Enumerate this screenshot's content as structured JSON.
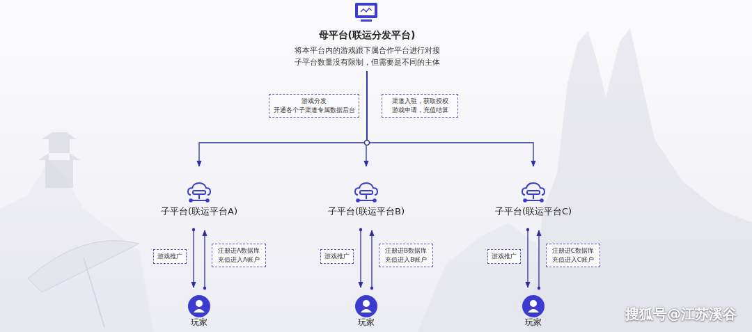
{
  "diagram": {
    "nodes": [
      {
        "text": [
          "母平台(联运分发平台)",
          "将本平台内的游戏跟下属合作平台进行对接 子平台数量没有限制，但需要是不同的主体"
        ]
      },
      {
        "text": [
          "游戏分发 开通各个子渠道专属数据后台"
        ]
      },
      {
        "text": [
          "渠道入驻，获取授权 游戏申请，充值结算"
        ]
      },
      {
        "text": [
          "子平台(联运平台A)"
        ]
      },
      {
        "text": [
          "子平台(联运平台B)"
        ]
      },
      {
        "text": [
          "子平台(联运平台C)"
        ]
      },
      {
        "text": [
          "游戏推广"
        ]
      },
      {
        "text": [
          "注册进A数据库 充值进入A账户"
        ]
      },
      {
        "text": [
          "游戏推广"
        ]
      },
      {
        "text": [
          "注册进B数据库 充值进入B账户"
        ]
      },
      {
        "text": [
          "游戏推广"
        ]
      },
      {
        "text": [
          "注册进C数据库 充值进入C账户"
        ]
      },
      {
        "text": [
          "玩家"
        ]
      },
      {
        "text": [
          "玩家"
        ]
      },
      {
        "text": [
          "玩家"
        ]
      }
    ],
    "edges": [
      {
        "from": 0,
        "to": 3,
        "arrow": "to"
      },
      {
        "from": 0,
        "to": 4,
        "arrow": "to"
      },
      {
        "from": 0,
        "to": 5,
        "arrow": "to"
      },
      {
        "from": 3,
        "to": 12,
        "arrow": "to"
      },
      {
        "from": 12,
        "to": 3,
        "arrow": "to"
      },
      {
        "from": 4,
        "to": 13,
        "arrow": "to"
      },
      {
        "from": 13,
        "to": 4,
        "arrow": "to"
      },
      {
        "from": 5,
        "to": 14,
        "arrow": "to"
      },
      {
        "from": 14,
        "to": 5,
        "arrow": "to"
      }
    ],
    "labels": [
      "搜狐号@江苏溪谷"
    ]
  }
}
